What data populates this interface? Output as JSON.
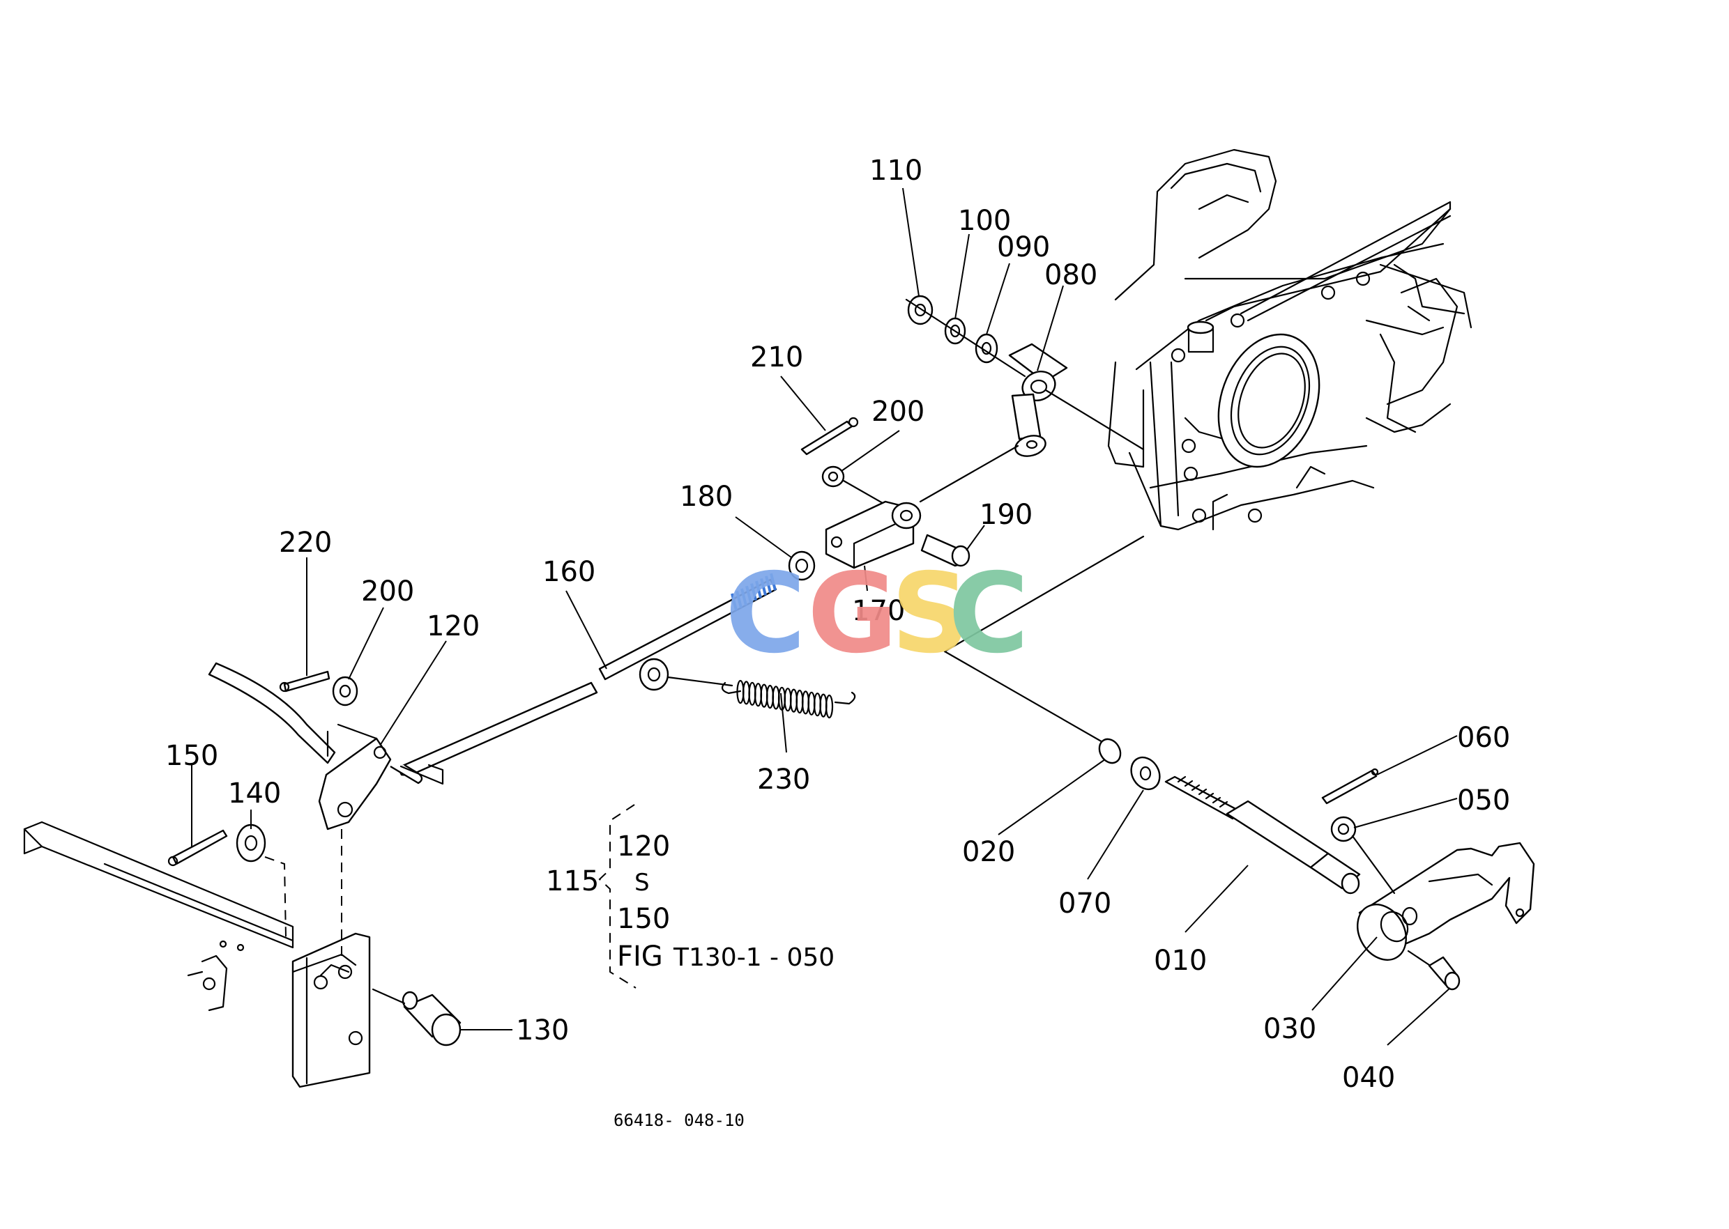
{
  "callouts": {
    "c110": "110",
    "c100": "100",
    "c090": "090",
    "c080": "080",
    "c210": "210",
    "c200a": "200",
    "c180": "180",
    "c190": "190",
    "c220": "220",
    "c200b": "200",
    "c120": "120",
    "c160": "160",
    "c170": "170",
    "c150": "150",
    "c140": "140",
    "c230": "230",
    "c020": "020",
    "c070": "070",
    "c010": "010",
    "c060": "060",
    "c050": "050",
    "c030": "030",
    "c040": "040",
    "c130": "130"
  },
  "reference_block": {
    "group": "115",
    "range_start": "120",
    "range_symbol": "S",
    "range_end": "150",
    "fig_prefix": "FIG",
    "fig_ref": "T130-1 - 050"
  },
  "drawing_number": "66418- 048-10",
  "watermark": {
    "letters": [
      "C",
      "G",
      "S",
      "C"
    ],
    "colors": [
      "#7da7ea",
      "#f08a88",
      "#f7d66b",
      "#7ec7a0"
    ]
  }
}
